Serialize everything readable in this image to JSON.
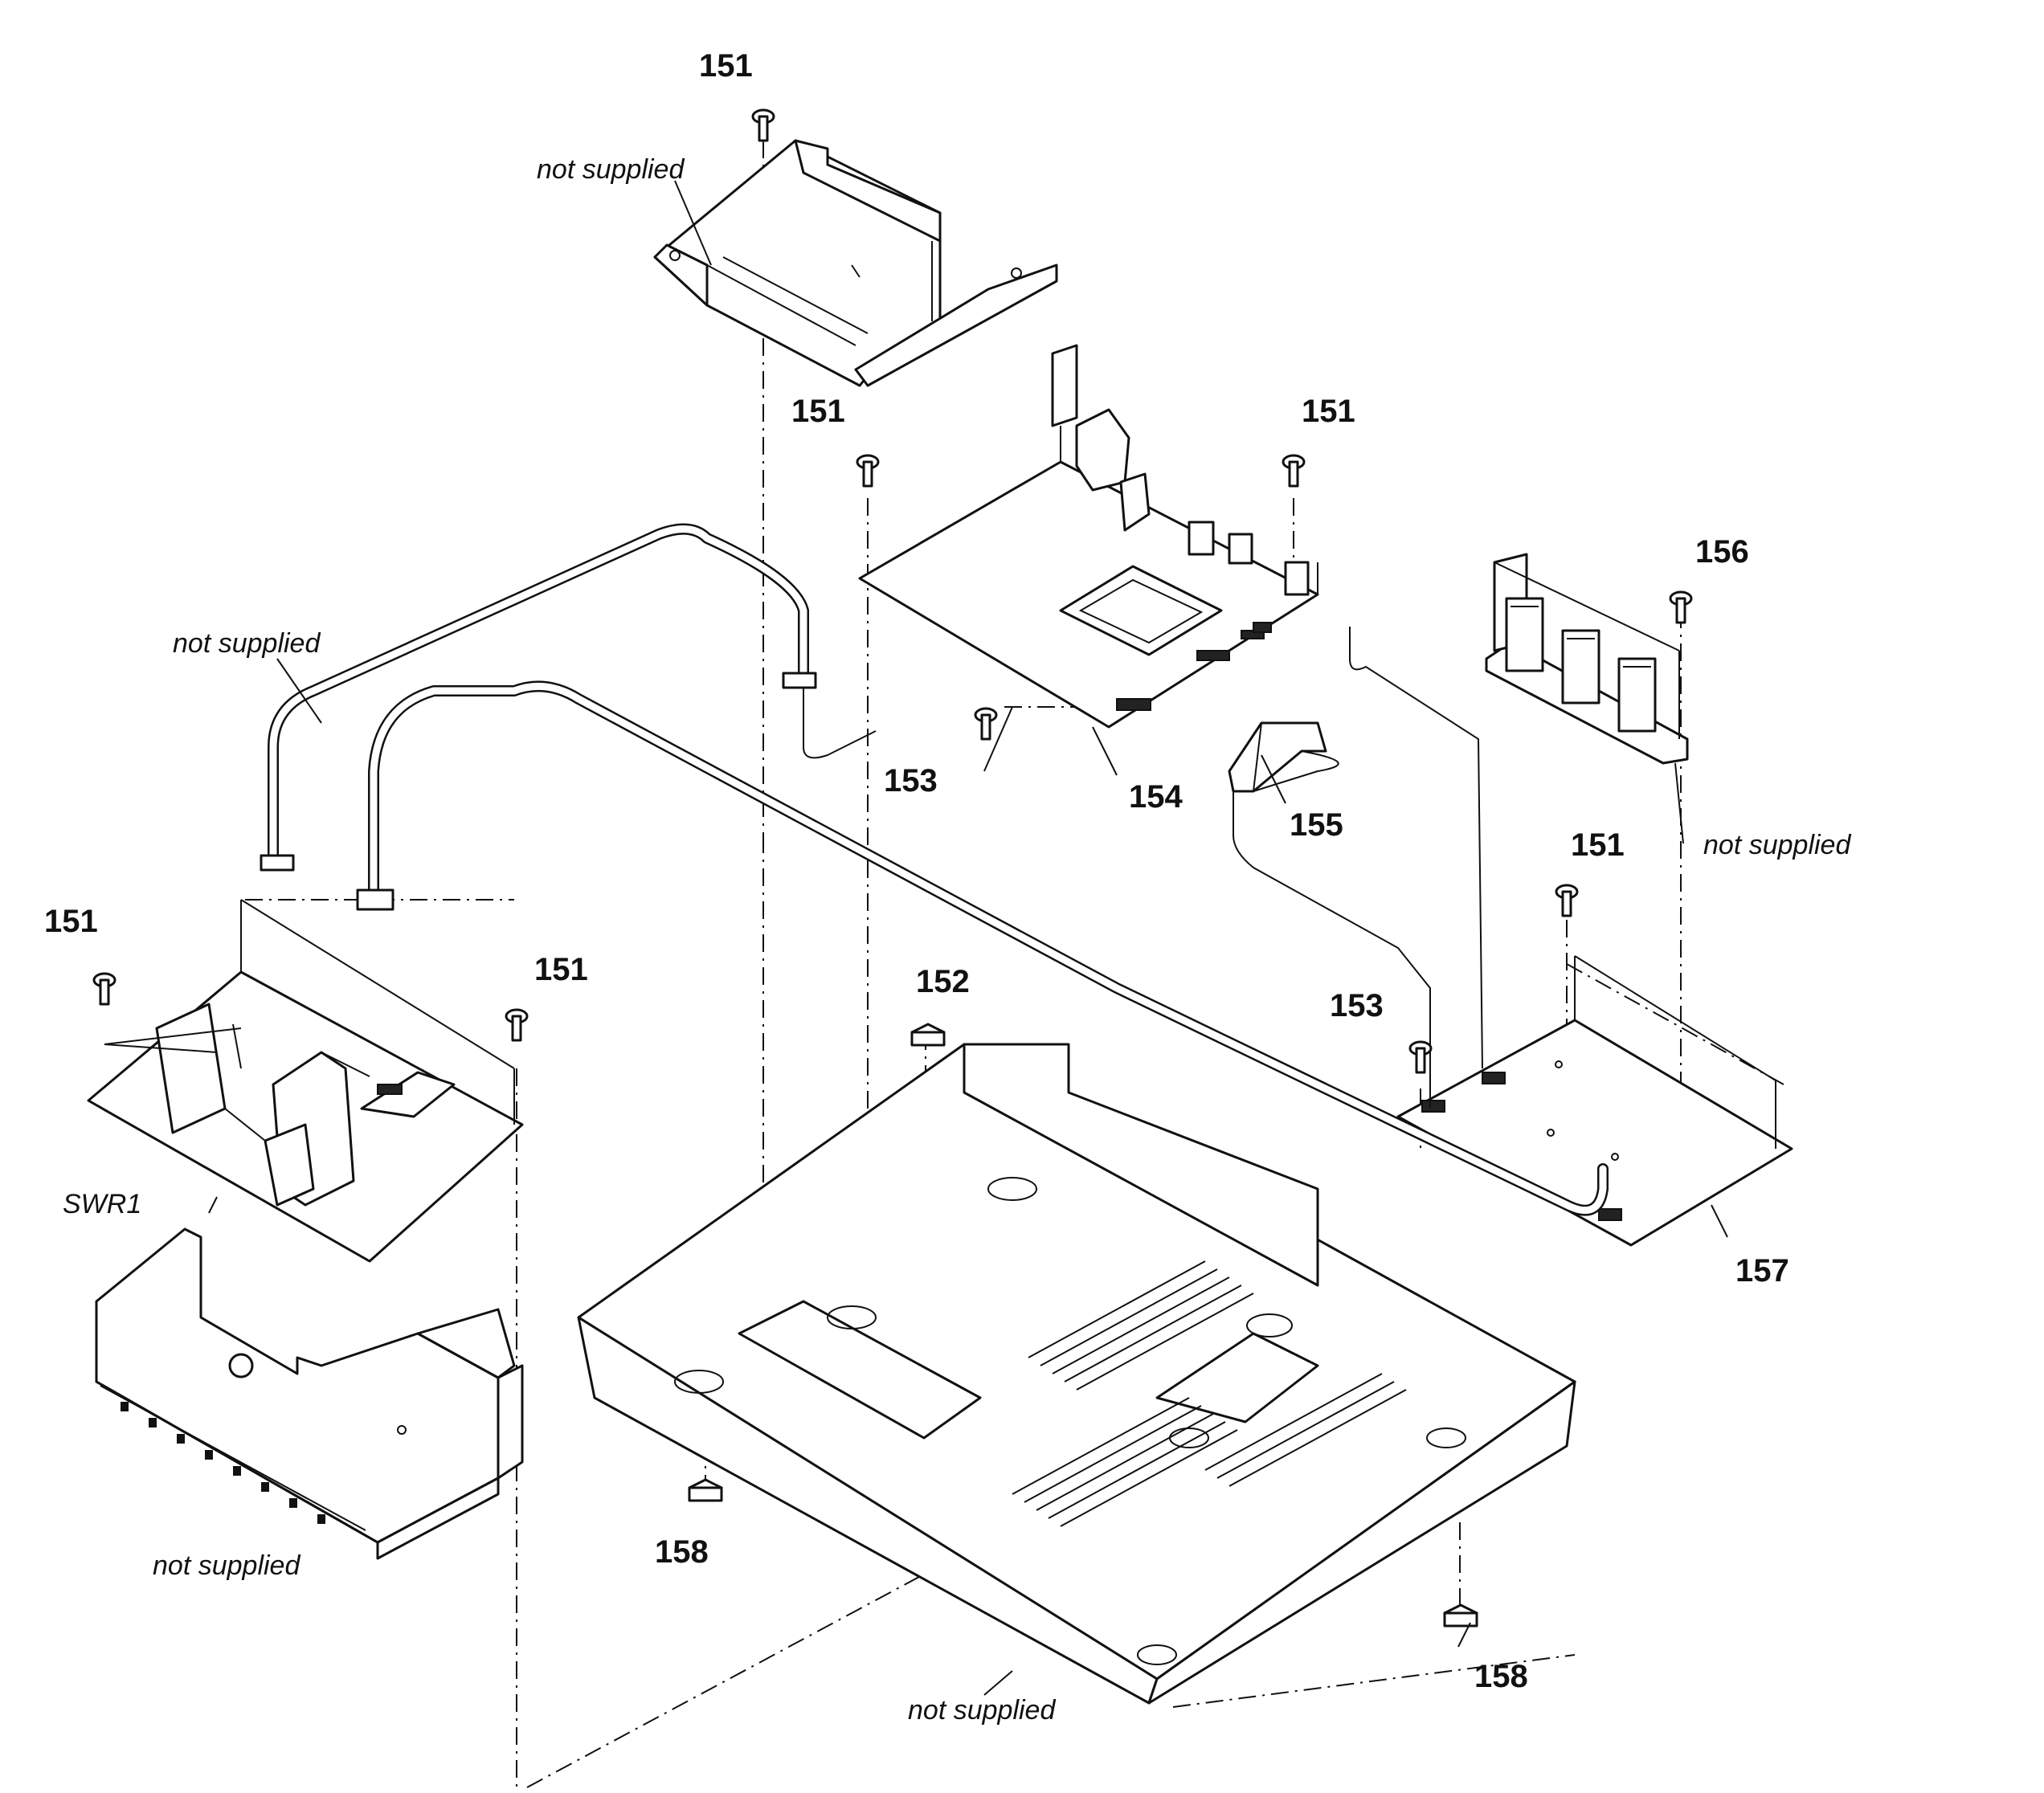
{
  "callouts": {
    "c151_top": "151",
    "c151_mid_left": "151",
    "c151_mid_right": "151",
    "c151_left_a": "151",
    "c151_left_b": "151",
    "c151_right": "151",
    "c152": "152",
    "c153_a": "153",
    "c153_b": "153",
    "c154": "154",
    "c155": "155",
    "c156": "156",
    "c157": "157",
    "c158_a": "158",
    "c158_b": "158"
  },
  "notes": {
    "not_supplied_top": "not supplied",
    "not_supplied_cable": "not supplied",
    "not_supplied_right": "not supplied",
    "not_supplied_shield": "not supplied",
    "not_supplied_chassis": "not supplied",
    "swr1": "SWR1"
  }
}
